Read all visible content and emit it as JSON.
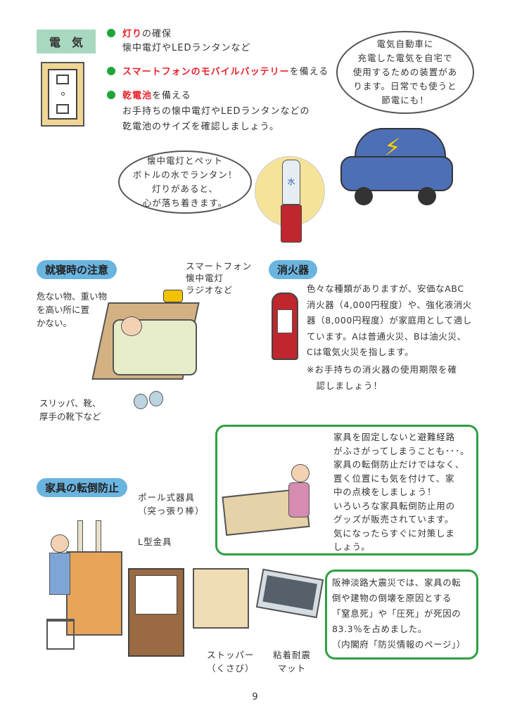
{
  "electric": {
    "title": "電　気",
    "b1_red": "灯り",
    "b1_rest": "の確保",
    "b1_sub": "懐中電灯やLEDランタンなど",
    "b2_red": "スマートフォンのモバイルバッテリー",
    "b2_rest": "を備える",
    "b3_red": "乾電池",
    "b3_rest": "を備える",
    "b3_sub": "お手持ちの懐中電灯やLEDランタンなどの\n乾電池のサイズを確認しましょう。",
    "car_bubble": "電気自動車に\n充電した電気を自宅で\n使用するための装置があ\nります。日常でも使うと\n節電にも！",
    "lantern_bubble": "懐中電灯とペット\nボトルの水でランタン！\n灯りがあると、\n心が落ち着きます。",
    "bottle_label": "水"
  },
  "bedtime": {
    "title": "就寝時の注意",
    "note_heavy": "危ない物、重い物\nを高い所に置\nかない。",
    "note_items": "スマートフォン\n懐中電灯\nラジオなど",
    "note_slippers": "スリッパ、靴、\n厚手の靴下など"
  },
  "extinguisher": {
    "title": "消火器",
    "body": "色々な種類がありますが、安価なABC\n消火器（4,000円程度）や、強化液消火\n器（8,000円程度）が家庭用として適し\nています。Aは普通火災、Bは油火災、\nCは電気火災を指します。",
    "note": "※お手持ちの消火器の使用期限を確\n　認しましょう！"
  },
  "furniture": {
    "title": "家具の転倒防止",
    "pole": "ポール式器具\n（突っ張り棒）",
    "lbracket": "L型金具",
    "stopper": "ストッパー\n（くさび）",
    "mat": "粘着耐震\nマット",
    "box1": "家具を固定しないと避難経路\nがふさがってしまうことも･･･。\n家具の転倒防止だけではなく、\n置く位置にも気を付けて、家\n中の点検をしましょう！\nいろいろな家具転倒防止用の\nグッズが販売されています。\n気になったらすぐに対策しま\nしょう。",
    "box2": "阪神淡路大震災では、家具の転\n倒や建物の倒壊を原因とする\n「窒息死」や「圧死」が死因の\n83.3％を占めました。\n（内閣府「防災情報のページ」）"
  },
  "page_number": "9",
  "colors": {
    "green": "#2ea043",
    "red": "#e8202a",
    "blue": "#6ab4e0",
    "mint": "#a8d8c0"
  }
}
